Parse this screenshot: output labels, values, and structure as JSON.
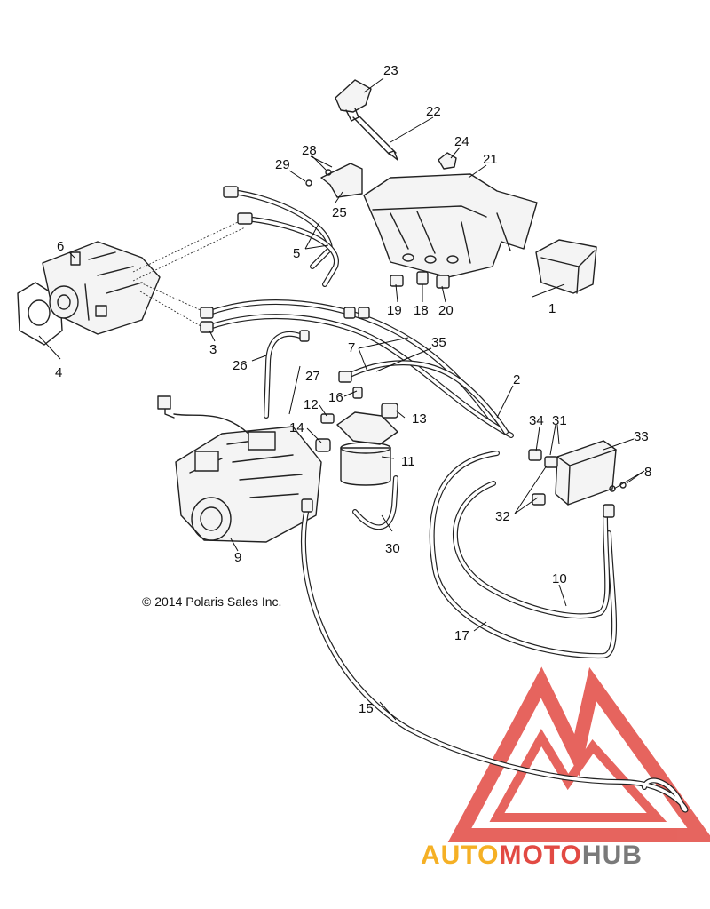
{
  "copyright": "© 2014 Polaris Sales Inc.",
  "watermark": {
    "brand_part1": "AUTO",
    "brand_part2": "MOTO",
    "brand_part3": "HUB",
    "colors": {
      "triangle": "#e24a43",
      "auto": "#f5b025",
      "moto": "#e24a43",
      "hub": "#7a7a7a"
    }
  },
  "callouts": {
    "c1": "1",
    "c2": "2",
    "c3": "3",
    "c4": "4",
    "c5": "5",
    "c6": "6",
    "c7": "7",
    "c8": "8",
    "c9": "9",
    "c10": "10",
    "c11": "11",
    "c12": "12",
    "c13": "13",
    "c14": "14",
    "c15": "15",
    "c16": "16",
    "c17": "17",
    "c18": "18",
    "c19": "19",
    "c20": "20",
    "c21": "21",
    "c22": "22",
    "c23": "23",
    "c24": "24",
    "c25": "25",
    "c26": "26",
    "c27": "27",
    "c28": "28",
    "c29": "29",
    "c30": "30",
    "c31": "31",
    "c32": "32",
    "c33": "33",
    "c34": "34",
    "c35": "35"
  }
}
